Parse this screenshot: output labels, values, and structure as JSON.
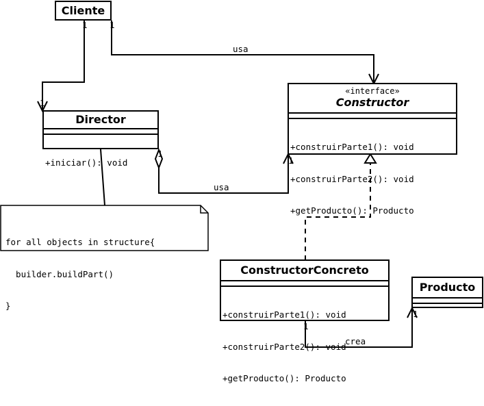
{
  "classes": {
    "cliente": {
      "name": "Cliente"
    },
    "director": {
      "name": "Director",
      "ops": [
        "+iniciar(): void"
      ]
    },
    "constructor": {
      "stereotype": "«interface»",
      "name": "Constructor",
      "ops": [
        "+construirParte1(): void",
        "+construirParte2(): void",
        "+getProducto(): Producto"
      ]
    },
    "concreto": {
      "name": "ConstructorConcreto",
      "ops": [
        "+construirParte1(): void",
        "+construirParte2(): void",
        "+getProducto(): Producto"
      ]
    },
    "producto": {
      "name": "Producto"
    }
  },
  "note": {
    "lines": [
      "for all objects in structure{",
      "  builder.buildPart()",
      "}"
    ]
  },
  "labels": {
    "usa_top": "usa",
    "usa_bottom": "usa",
    "crea": "crea",
    "mult_cliente_1": "1",
    "mult_cliente_2": "1",
    "mult_director_top": "1",
    "mult_director_right": "1",
    "mult_constructor": "1",
    "mult_concreto": "1",
    "mult_producto": "1"
  }
}
